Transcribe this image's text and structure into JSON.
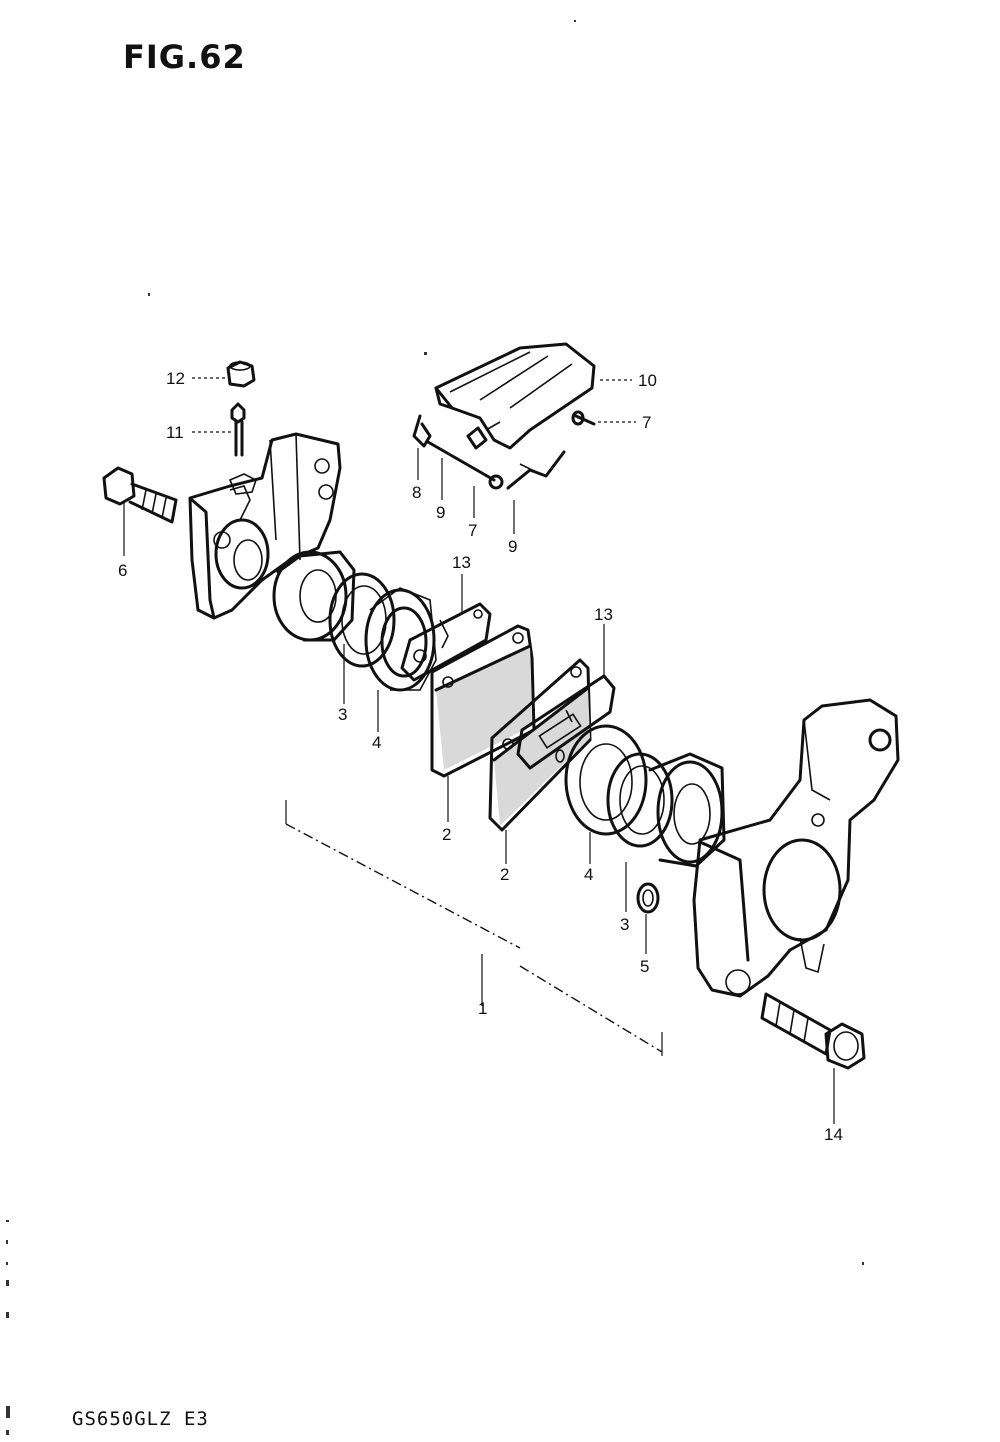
{
  "figure": {
    "title": "FIG.62",
    "model_code": "GS650GLZ E3"
  },
  "callouts": [
    {
      "id": "c12",
      "text": "12"
    },
    {
      "id": "c11",
      "text": "11"
    },
    {
      "id": "c6",
      "text": "6"
    },
    {
      "id": "c10",
      "text": "10"
    },
    {
      "id": "c7a",
      "text": "7"
    },
    {
      "id": "c8",
      "text": "8"
    },
    {
      "id": "c9a",
      "text": "9"
    },
    {
      "id": "c7b",
      "text": "7"
    },
    {
      "id": "c9b",
      "text": "9"
    },
    {
      "id": "c13a",
      "text": "13"
    },
    {
      "id": "c13b",
      "text": "13"
    },
    {
      "id": "c3a",
      "text": "3"
    },
    {
      "id": "c4a",
      "text": "4"
    },
    {
      "id": "c2a",
      "text": "2"
    },
    {
      "id": "c2b",
      "text": "2"
    },
    {
      "id": "c4b",
      "text": "4"
    },
    {
      "id": "c3b",
      "text": "3"
    },
    {
      "id": "c5",
      "text": "5"
    },
    {
      "id": "c1",
      "text": "1"
    },
    {
      "id": "c14",
      "text": "14"
    }
  ]
}
